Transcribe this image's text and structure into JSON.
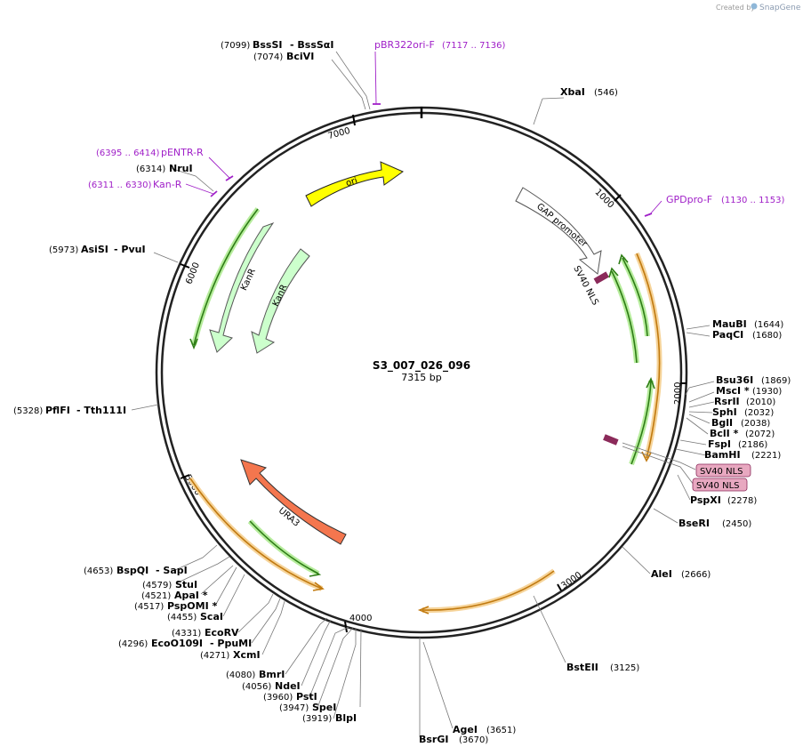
{
  "header": {
    "credit": "Created by",
    "brand": "SnapGene"
  },
  "plasmid": {
    "name": "S3_007_026_096",
    "size": "7315 bp"
  },
  "ticks": [
    "1000",
    "2000",
    "3000",
    "4000",
    "5000",
    "6000",
    "7000"
  ],
  "features": {
    "ori": "ori",
    "kanr1": "KanR",
    "kanr2": "KanR",
    "gap": "GAP promoter",
    "sv40_nls": "SV40 NLS",
    "ura3": "URA3"
  },
  "sites": {
    "bsssi_pos": "(7099)",
    "bsssi": "BssSI",
    "bsssai": "- BssSαI",
    "bcivi_pos": "(7074)",
    "bcivi": "BciVI",
    "xbai": "XbaI",
    "xbai_pos": "(546)",
    "nrui_pos": "(6314)",
    "nrui": "NruI",
    "asisi_pos": "(5973)",
    "asisi": "AsiSI",
    "pvui": "- PvuI",
    "pflfi_pos": "(5328)",
    "pflfi": "PflFI",
    "tth111i": "- Tth111I",
    "maubi": "MauBI",
    "maubi_pos": "(1644)",
    "paqci": "PaqCI",
    "paqci_pos": "(1680)",
    "bsu36i": "Bsu36I",
    "bsu36i_pos": "(1869)",
    "msci": "MscI *",
    "msci_pos": "(1930)",
    "rsrii": "RsrII",
    "rsrii_pos": "(2010)",
    "sphi": "SphI",
    "sphi_pos": "(2032)",
    "bgli": "BglI",
    "bgli_pos": "(2038)",
    "bcli": "BclI *",
    "bcli_pos": "(2072)",
    "fspi": "FspI",
    "fspi_pos": "(2186)",
    "bamhi": "BamHI",
    "bamhi_pos": "(2221)",
    "box1": "SV40 NLS",
    "box2": "SV40 NLS",
    "pspxi": "PspXI",
    "pspxi_pos": "(2278)",
    "bseri": "BseRI",
    "bseri_pos": "(2450)",
    "alei": "AleI",
    "alei_pos": "(2666)",
    "bsteii": "BstEII",
    "bsteii_pos": "(3125)",
    "agei": "AgeI",
    "agei_pos": "(3651)",
    "bsrgi": "BsrGI",
    "bsrgi_pos": "(3670)",
    "bsppqi_pos": "(4653)",
    "bsppqi": "BspQI",
    "sapi": "- SapI",
    "stui_pos": "(4579)",
    "stui": "StuI",
    "apai_pos": "(4521)",
    "apai": "ApaI *",
    "pspomi_pos": "(4517)",
    "pspomi": "PspOMI *",
    "scai_pos": "(4455)",
    "scai": "ScaI",
    "ecorv_pos": "(4331)",
    "ecorv": "EcoRV",
    "ecoo109i_pos": "(4296)",
    "ecoo109i": "EcoO109I",
    "ppumi": "- PpuMI",
    "xcmi_pos": "(4271)",
    "xcmi": "XcmI",
    "bmri_pos": "(4080)",
    "bmri": "BmrI",
    "ndei_pos": "(4056)",
    "ndei": "NdeI",
    "psti_pos": "(3960)",
    "psti": "PstI",
    "spei_pos": "(3947)",
    "spei": "SpeI",
    "blpi_pos": "(3919)",
    "blpi": "BlpI"
  },
  "primers": {
    "pbr322": "pBR322ori-F",
    "pbr322_pos": "(7117 .. 7136)",
    "pentr": "pENTR-R",
    "pentr_pos": "(6395 .. 6414)",
    "kan": "Kan-R",
    "kan_pos": "(6311 .. 6330)",
    "gpdpro": "GPDpro-F",
    "gpdpro_pos": "(1130 .. 1153)"
  },
  "colors": {
    "backbone": "#222222",
    "ori": "#ffff00",
    "kanr": "#ccffcc",
    "ura3": "#f4764e",
    "orf_green": "#2e7d16",
    "orf_orange": "#e0941c",
    "nls": "#8b2a5a",
    "primer": "#a020c8",
    "nls_box": "#e8a8c0"
  }
}
